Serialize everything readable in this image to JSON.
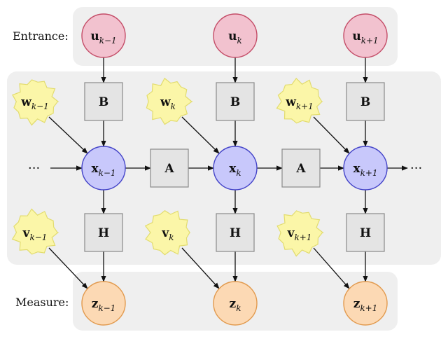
{
  "labels": {
    "entrance": "Entrance:",
    "measure": "Measure:",
    "ellipsis_left": "···",
    "ellipsis_right": "···"
  },
  "blocks": {
    "B": "B",
    "A": "A",
    "H": "H"
  },
  "nodes": {
    "u": {
      "base": "u",
      "subs": [
        "k−1",
        "k",
        "k+1"
      ]
    },
    "w": {
      "base": "w",
      "subs": [
        "k−1",
        "k",
        "k+1"
      ]
    },
    "x": {
      "base": "x",
      "subs": [
        "k−1",
        "k",
        "k+1"
      ]
    },
    "v": {
      "base": "v",
      "subs": [
        "k−1",
        "k",
        "k+1"
      ]
    },
    "z": {
      "base": "z",
      "subs": [
        "k−1",
        "k",
        "k+1"
      ]
    }
  },
  "colors": {
    "panel": "#efefef",
    "block_fill": "#e4e4e4",
    "block_stroke": "#8a8a8a",
    "u_fill": "#f2c2cf",
    "u_stroke": "#c44d68",
    "x_fill": "#c8c8fb",
    "x_stroke": "#4444c8",
    "z_fill": "#fcd9b4",
    "z_stroke": "#e29a4e",
    "noise_fill": "#fbf6a8",
    "noise_stroke": "#e2dc6e",
    "arrow": "#111111"
  }
}
